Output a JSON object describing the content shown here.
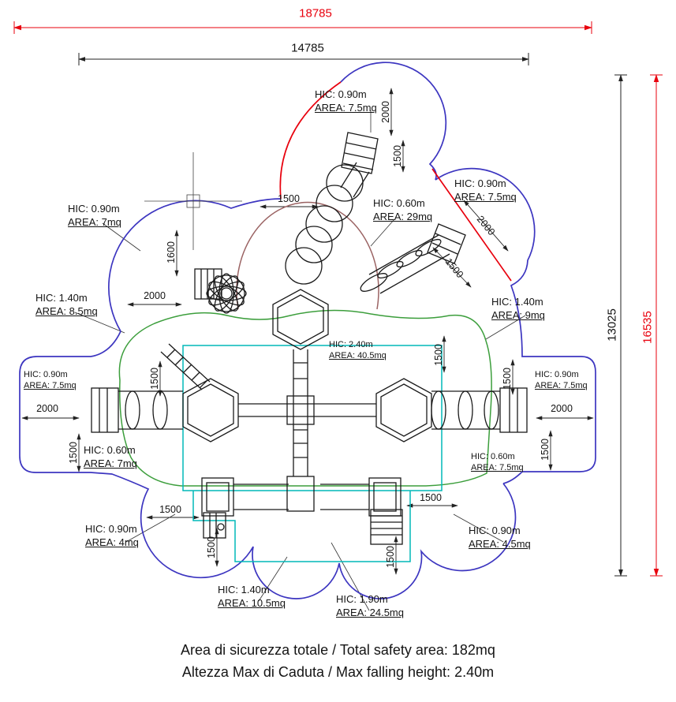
{
  "captions": {
    "safety_area": "Area di sicurezza totale / Total safety area: 182mq",
    "falling_height": "Altezza Max di Caduta / Max falling height: 2.40m"
  },
  "main_dims": {
    "top_outer": "18785",
    "top_inner": "14785",
    "right_inner": "13025",
    "right_outer": "16535"
  },
  "detail_dims": [
    "2000",
    "1500",
    "1500",
    "2000",
    "1500",
    "1600",
    "2000",
    "1500",
    "1500",
    "2000",
    "2000",
    "1500",
    "1500",
    "1500",
    "1500",
    "1500",
    "1500",
    "1500"
  ],
  "hic_labels": [
    {
      "id": "top-center",
      "hic": "HIC: 0.90m",
      "area": "AREA: 7.5mq"
    },
    {
      "id": "top-right",
      "hic": "HIC: 0.90m",
      "area": "AREA: 7.5mq"
    },
    {
      "id": "upper-left",
      "hic": "HIC: 0.90m",
      "area": "AREA: 7mq"
    },
    {
      "id": "center-top",
      "hic": "HIC: 0.60m",
      "area": "AREA: 29mq"
    },
    {
      "id": "mid-left",
      "hic": "HIC: 1.40m",
      "area": "AREA: 8.5mq"
    },
    {
      "id": "mid-right",
      "hic": "HIC: 1.40m",
      "area": "AREA: 9mq"
    },
    {
      "id": "center",
      "hic": "HIC: 2.40m",
      "area": "AREA: 40.5mq"
    },
    {
      "id": "far-left",
      "hic": "HIC: 0.90m",
      "area": "AREA: 7.5mq"
    },
    {
      "id": "far-right",
      "hic": "HIC: 0.90m",
      "area": "AREA: 7.5mq"
    },
    {
      "id": "lower-left",
      "hic": "HIC: 0.60m",
      "area": "AREA: 7mq"
    },
    {
      "id": "lower-right",
      "hic": "HIC: 0.60m",
      "area": "AREA: 7.5mq"
    },
    {
      "id": "bottom-left",
      "hic": "HIC: 0.90m",
      "area": "AREA: 4mq"
    },
    {
      "id": "bottom-right",
      "hic": "HIC: 0.90m",
      "area": "AREA: 4.5mq"
    },
    {
      "id": "bottom-center-left",
      "hic": "HIC: 1.40m",
      "area": "AREA: 10.5mq"
    },
    {
      "id": "bottom-center-right",
      "hic": "HIC: 1.90m",
      "area": "AREA: 24.5mq"
    }
  ],
  "colors": {
    "dimension_red": "#e8000d",
    "outline_blue": "#3c35c0",
    "outline_green": "#3c9e3c",
    "outline_cyan": "#00b9b9",
    "outline_maroon": "#9a6262",
    "structure_black": "#1a1a1a"
  }
}
